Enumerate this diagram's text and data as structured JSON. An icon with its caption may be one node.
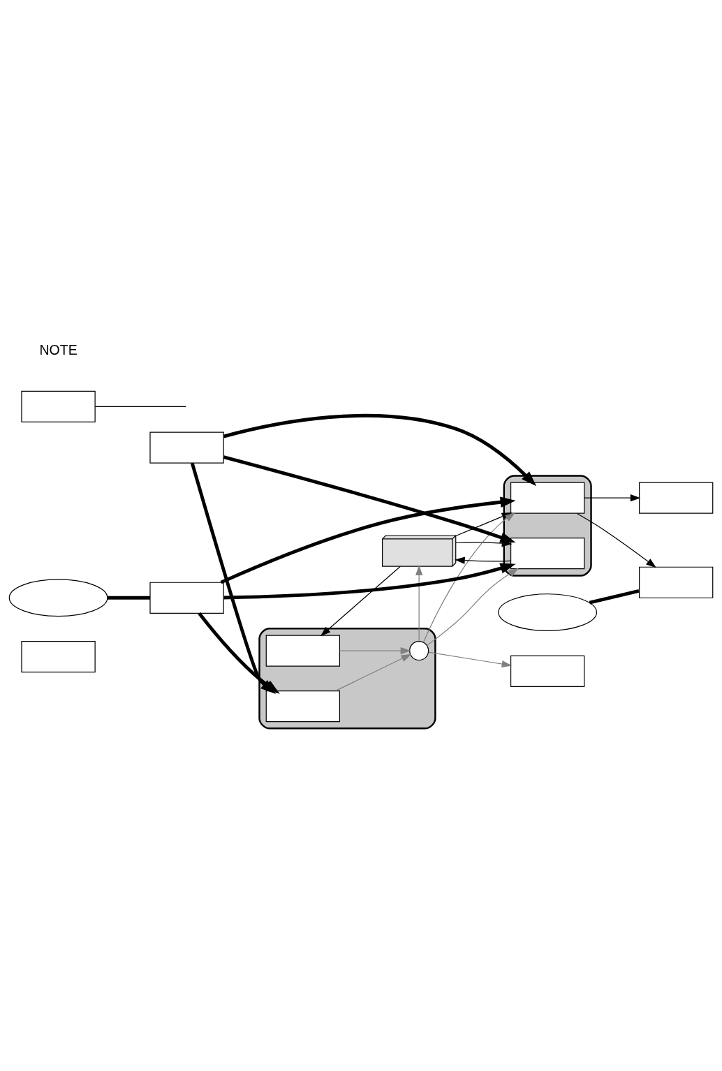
{
  "diagram": {
    "nodes": [
      {
        "text": [],
        "shape": "box"
      },
      {
        "text": [],
        "shape": "laptop"
      },
      {
        "text": [],
        "shape": "box"
      },
      {
        "text": [],
        "shape": "box",
        "in": 2
      },
      {
        "text": [],
        "shape": "box",
        "in": 2
      },
      {
        "text": [],
        "shape": "circle",
        "in": 2
      },
      {
        "text": [],
        "shape": "box"
      },
      {
        "text": [],
        "shape": "box"
      },
      {
        "text": [],
        "shape": "box"
      },
      {
        "text": [],
        "shape": "box"
      },
      {
        "text": [],
        "shape": "ellipse"
      },
      {
        "text": [],
        "shape": "box"
      },
      {
        "text": [],
        "shape": "box",
        "in": 11
      },
      {
        "text": [],
        "shape": "box",
        "in": 11
      },
      {
        "text": [],
        "shape": "box"
      },
      {
        "text": [],
        "shape": "box"
      },
      {
        "text": [],
        "shape": "ellipse"
      }
    ],
    "edges": [
      {
        "from": 1,
        "to": 3,
        "arrow": "to"
      },
      {
        "from": 1,
        "to": 12,
        "arrow": "to"
      },
      {
        "from": 1,
        "to": 13,
        "arrow": "to"
      },
      {
        "from": 13,
        "to": 1,
        "arrow": "to"
      },
      {
        "from": 3,
        "to": 5,
        "arrow": "to",
        "color": "#808080"
      },
      {
        "from": 4,
        "to": 5,
        "arrow": "to",
        "color": "#808080"
      },
      {
        "from": 5,
        "to": 7,
        "arrow": "to",
        "color": "#808080"
      },
      {
        "from": 5,
        "to": 1,
        "arrow": "to",
        "color": "#808080"
      },
      {
        "from": 5,
        "to": 12,
        "arrow": "to",
        "color": "#808080"
      },
      {
        "from": 5,
        "to": 13,
        "arrow": "to",
        "color": "#808080"
      },
      {
        "from": 8,
        "to": 4,
        "arrow": "to",
        "style": "thick",
        "color": "#000000"
      },
      {
        "from": 8,
        "to": 12,
        "arrow": "to",
        "style": "thick",
        "color": "#000000"
      },
      {
        "from": 8,
        "to": 13,
        "arrow": "to",
        "style": "thick",
        "color": "#000000"
      },
      {
        "from": 9,
        "to": 4,
        "arrow": "to",
        "style": "thick",
        "color": "#000000"
      },
      {
        "from": 9,
        "to": 12,
        "arrow": "to",
        "style": "thick",
        "color": "#000000"
      },
      {
        "from": 9,
        "to": 13,
        "arrow": "to",
        "style": "thick",
        "color": "#000000"
      },
      {
        "from": 12,
        "to": 14,
        "arrow": "to"
      },
      {
        "from": 12,
        "to": 15,
        "arrow": "to"
      },
      {
        "from": 10,
        "to": 9,
        "arrow": "none",
        "style": "thick",
        "color": "#000000"
      },
      {
        "from": 16,
        "to": 15,
        "arrow": "none",
        "style": "thick",
        "color": "#000000"
      },
      {
        "from": 6,
        "to": null,
        "arrow": "none"
      }
    ],
    "labels": [
      "NOTE"
    ]
  }
}
